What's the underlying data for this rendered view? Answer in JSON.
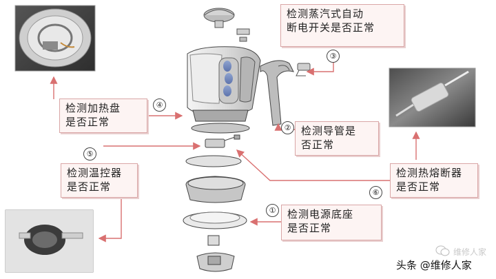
{
  "labels": {
    "steam_switch": {
      "number": "③",
      "lines": [
        "检测蒸汽式自动",
        "断电开关是否正常"
      ]
    },
    "heating_plate": {
      "number": "④",
      "lines": [
        "检测加热盘",
        "是否正常"
      ]
    },
    "conduit": {
      "number": "②",
      "lines": [
        "检测导管是",
        "否正常"
      ]
    },
    "thermostat": {
      "number": "⑤",
      "lines": [
        "检测温控器",
        "是否正常"
      ]
    },
    "thermal_fuse": {
      "number": "⑥",
      "lines": [
        "检测热熔断器",
        "是否正常"
      ]
    },
    "power_base": {
      "number": "①",
      "lines": [
        "检测电源底座",
        "是否正常"
      ]
    }
  },
  "watermark": {
    "text": "头条 @维修人家",
    "faint_brand": "维修人家"
  },
  "colors": {
    "arrow": "#d97070",
    "box_border": "#d9a6a6",
    "box_fill": "#fdf4f3"
  }
}
